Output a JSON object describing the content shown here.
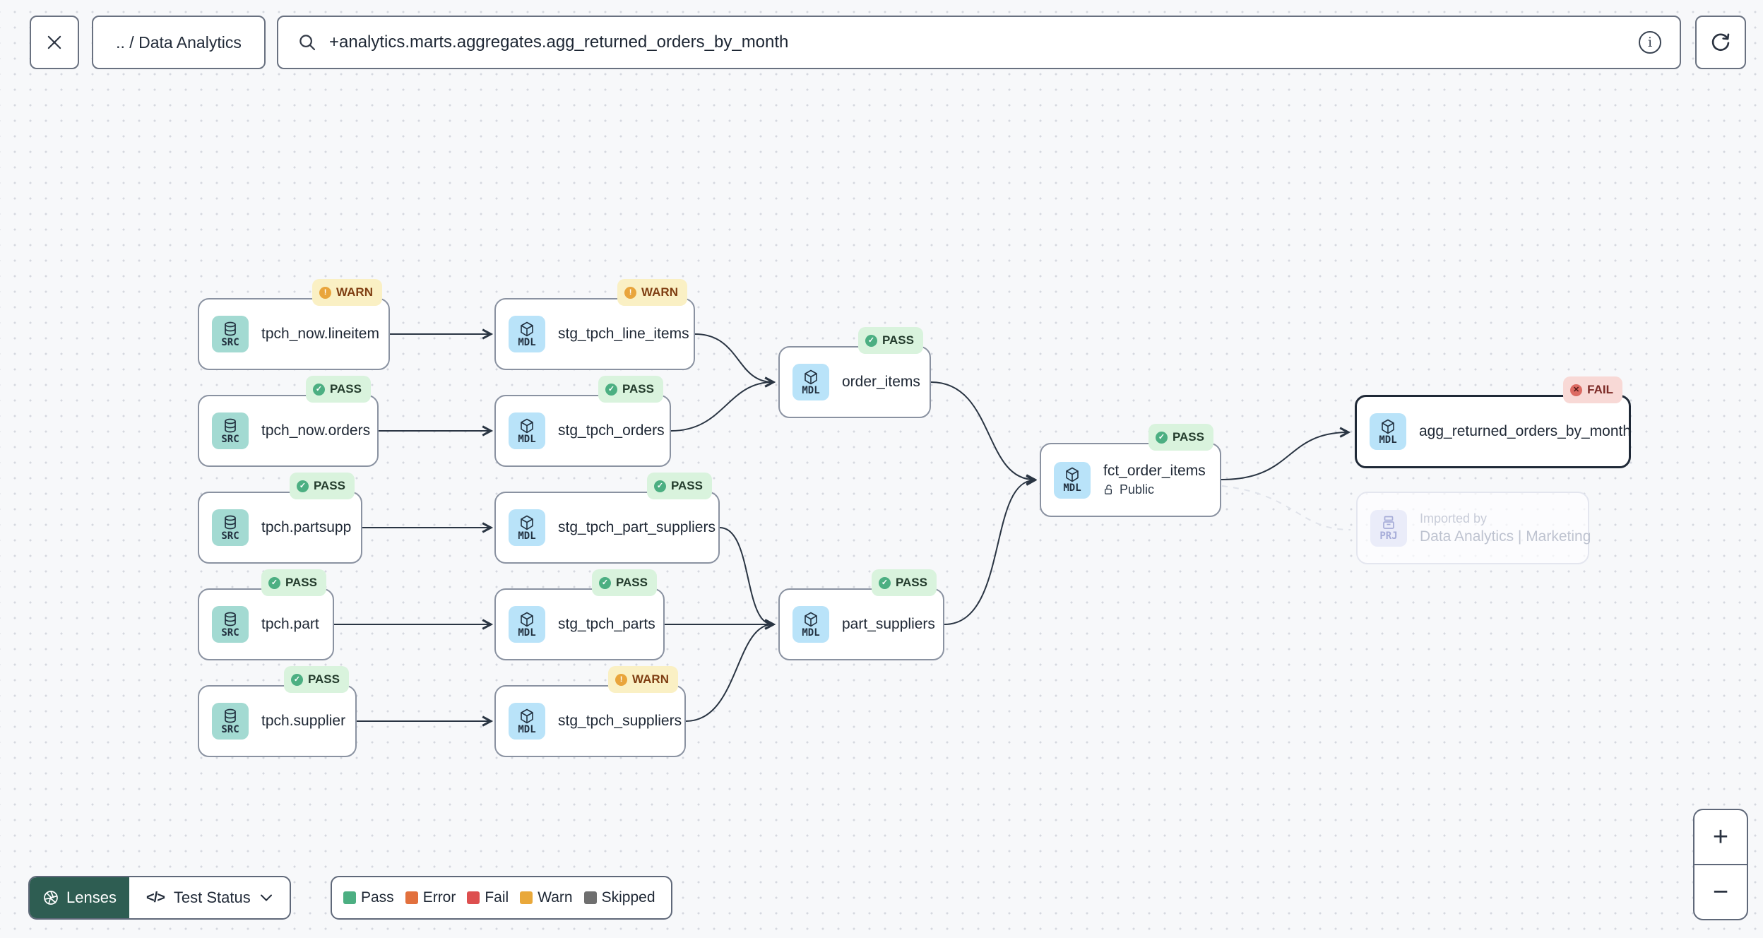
{
  "header": {
    "breadcrumb": ".. / Data Analytics",
    "search": {
      "value": "+analytics.marts.aggregates.agg_returned_orders_by_month"
    },
    "info_icon": "i"
  },
  "nodes": [
    {
      "kind": "SRC",
      "label": "tpch_now.lineitem",
      "badge": "WARN"
    },
    {
      "kind": "SRC",
      "label": "tpch_now.orders",
      "badge": "PASS"
    },
    {
      "kind": "SRC",
      "label": "tpch.partsupp",
      "badge": "PASS"
    },
    {
      "kind": "SRC",
      "label": "tpch.part",
      "badge": "PASS"
    },
    {
      "kind": "SRC",
      "label": "tpch.supplier",
      "badge": "PASS"
    },
    {
      "kind": "MDL",
      "label": "stg_tpch_line_items",
      "badge": "WARN"
    },
    {
      "kind": "MDL",
      "label": "stg_tpch_orders",
      "badge": "PASS"
    },
    {
      "kind": "MDL",
      "label": "stg_tpch_part_suppliers",
      "badge": "PASS"
    },
    {
      "kind": "MDL",
      "label": "stg_tpch_parts",
      "badge": "PASS"
    },
    {
      "kind": "MDL",
      "label": "stg_tpch_suppliers",
      "badge": "WARN"
    },
    {
      "kind": "MDL",
      "label": "order_items",
      "badge": "PASS"
    },
    {
      "kind": "MDL",
      "label": "part_suppliers",
      "badge": "PASS"
    },
    {
      "kind": "MDL",
      "label": "fct_order_items",
      "badge": "PASS",
      "sublabel": "Public"
    },
    {
      "kind": "MDL",
      "label": "agg_returned_orders_by_month",
      "badge": "FAIL",
      "selected": true
    },
    {
      "kind": "PRJ",
      "line1": "Imported by",
      "line2": "Data Analytics | Marketing"
    }
  ],
  "footer": {
    "lenses_label": "Lenses",
    "lens_value": "Test Status",
    "lens_code_glyph": "</>",
    "legend": [
      {
        "label": "Pass",
        "color": "#4CAF82"
      },
      {
        "label": "Error",
        "color": "#E2703D"
      },
      {
        "label": "Fail",
        "color": "#DD4F4F"
      },
      {
        "label": "Warn",
        "color": "#E9A83A"
      },
      {
        "label": "Skipped",
        "color": "#6F6F6F"
      }
    ]
  },
  "zoom_controls": {
    "zoom_in": "+",
    "zoom_out": "−"
  },
  "colors": {
    "background": "#F7F8FA",
    "node_border": "#8A92A1",
    "selected_border": "#1F2937",
    "src_icon_bg": "#A3DAD2",
    "mdl_icon_bg": "#B9E3F9",
    "prj_icon_bg": "#EAECF9",
    "pass_badge_bg": "#D9F3DD",
    "warn_badge_bg": "#FAF0C4",
    "fail_badge_bg": "#F8D9D6",
    "lenses_button_bg": "#2E5D52",
    "edge": "#2A3543"
  }
}
